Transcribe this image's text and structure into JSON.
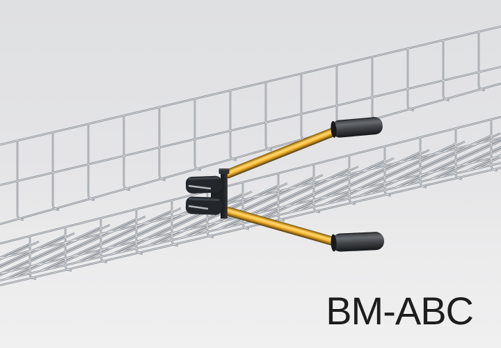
{
  "product": {
    "code": "BM-ABC"
  },
  "scene": {
    "colors": {
      "bg-top": "#dfe0e2",
      "bg-bottom": "#f0f0f1",
      "code-color": "#1d1d1d",
      "wire": "#84898f",
      "wire-highlight": "#f2f3f4",
      "handle-yellow": "#f2ae2f",
      "grip-dark": "#3c4043",
      "head-black": "#23262a"
    },
    "objects": {
      "tray": "wire-mesh-cable-tray",
      "tool": "clamp-tool-with-yellow-handles"
    }
  }
}
